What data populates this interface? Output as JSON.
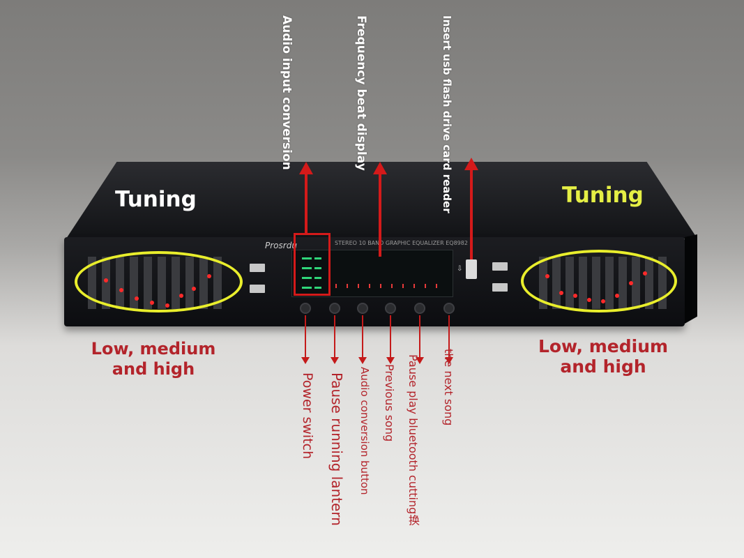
{
  "labels": {
    "tuning_left": "Tuning",
    "tuning_right": "Tuning",
    "lmh_left_line1": "Low, medium",
    "lmh_left_line2": "and high",
    "lmh_right_line1": "Low, medium",
    "lmh_right_line2": "and high"
  },
  "top_annotations": {
    "audio_input": "Audio input conversion",
    "frequency": "Frequency beat display",
    "usb": "Insert usb flash drive card reader"
  },
  "bottom_annotations": {
    "power": "Power switch",
    "pause_lantern": "Pause running lantern",
    "audio_conversion": "Audio conversion button",
    "previous": "Previous song",
    "pause_play": "Pause play bluetooth cutting换",
    "next": "the next song"
  },
  "device": {
    "brand": "Prosrdu",
    "model_text": "STEREO 10 BAND GRAPHIC EQUALIZER EQ8982"
  },
  "colors": {
    "annotation_red": "#d41a1a",
    "tuning_right": "#e5ef45",
    "ellipse": "#e9ee2c",
    "led": "#ff2a2a"
  }
}
